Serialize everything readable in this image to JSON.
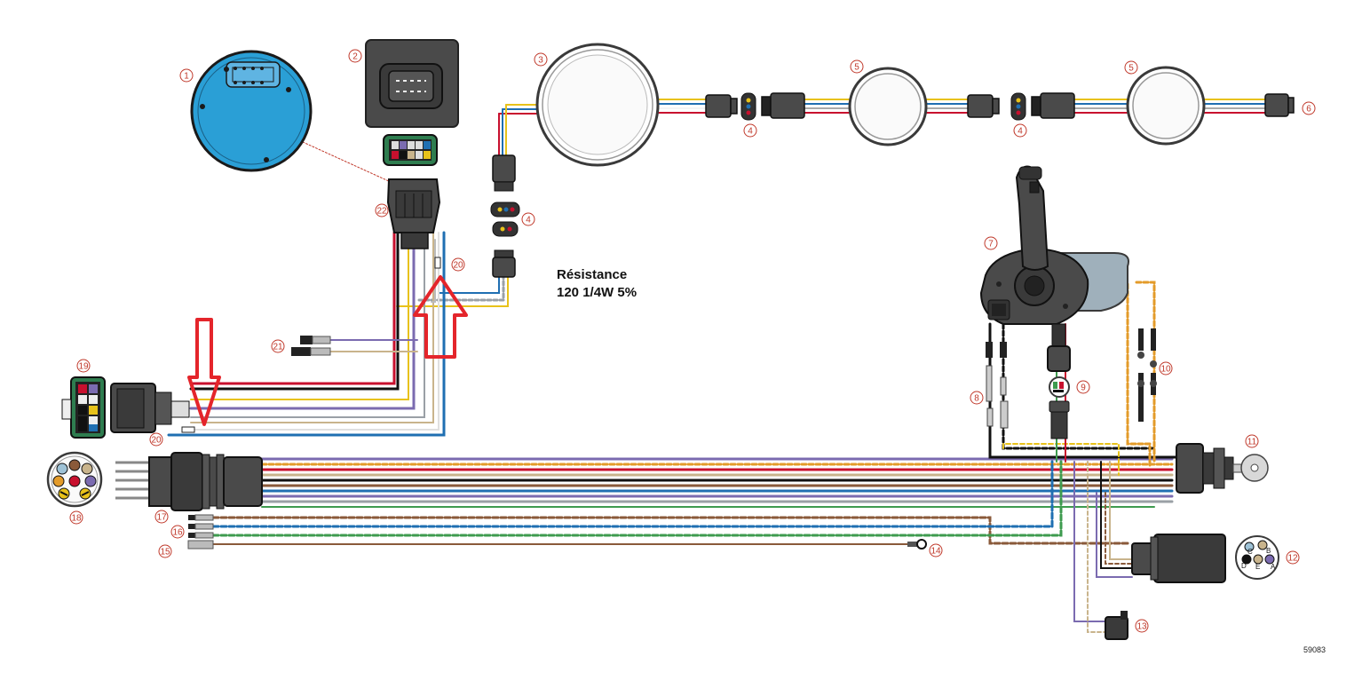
{
  "diagram": {
    "annotation_line1": "Résistance",
    "annotation_line2": "120 1/4W 5%",
    "figure_id": "59083",
    "pin_letters": [
      "C",
      "B",
      "D",
      "E",
      "A"
    ]
  },
  "callouts": [
    {
      "id": "c1",
      "label": "1"
    },
    {
      "id": "c2",
      "label": "2"
    },
    {
      "id": "c3",
      "label": "3"
    },
    {
      "id": "c4a",
      "label": "4"
    },
    {
      "id": "c5a",
      "label": "5"
    },
    {
      "id": "c4b",
      "label": "4"
    },
    {
      "id": "c5b",
      "label": "5"
    },
    {
      "id": "c6",
      "label": "6"
    },
    {
      "id": "c4c",
      "label": "4"
    },
    {
      "id": "c7",
      "label": "7"
    },
    {
      "id": "c8",
      "label": "8"
    },
    {
      "id": "c9",
      "label": "9"
    },
    {
      "id": "c10",
      "label": "10"
    },
    {
      "id": "c11",
      "label": "11"
    },
    {
      "id": "c12",
      "label": "12"
    },
    {
      "id": "c13",
      "label": "13"
    },
    {
      "id": "c14",
      "label": "14"
    },
    {
      "id": "c15",
      "label": "15"
    },
    {
      "id": "c16",
      "label": "16"
    },
    {
      "id": "c17",
      "label": "17"
    },
    {
      "id": "c18",
      "label": "18"
    },
    {
      "id": "c19",
      "label": "19"
    },
    {
      "id": "c20a",
      "label": "20"
    },
    {
      "id": "c20b",
      "label": "20"
    },
    {
      "id": "c21",
      "label": "21"
    },
    {
      "id": "c22",
      "label": "22"
    }
  ],
  "colors": {
    "red": "#c8102e",
    "blue": "#1f6fb2",
    "yellow": "#e8c21a",
    "purple": "#7b6bb0",
    "tan": "#c9b48c",
    "green": "#3e9b4f",
    "brown": "#8a5a3a",
    "orange": "#e39b2a",
    "black": "#111111",
    "white": "#f4f4f4",
    "gray": "#9aa0a6",
    "gauge_blue": "#2a9fd6",
    "housing": "#4a4a4a",
    "control_gray": "#9fb0bb",
    "arrow_red": "#e4252b"
  }
}
